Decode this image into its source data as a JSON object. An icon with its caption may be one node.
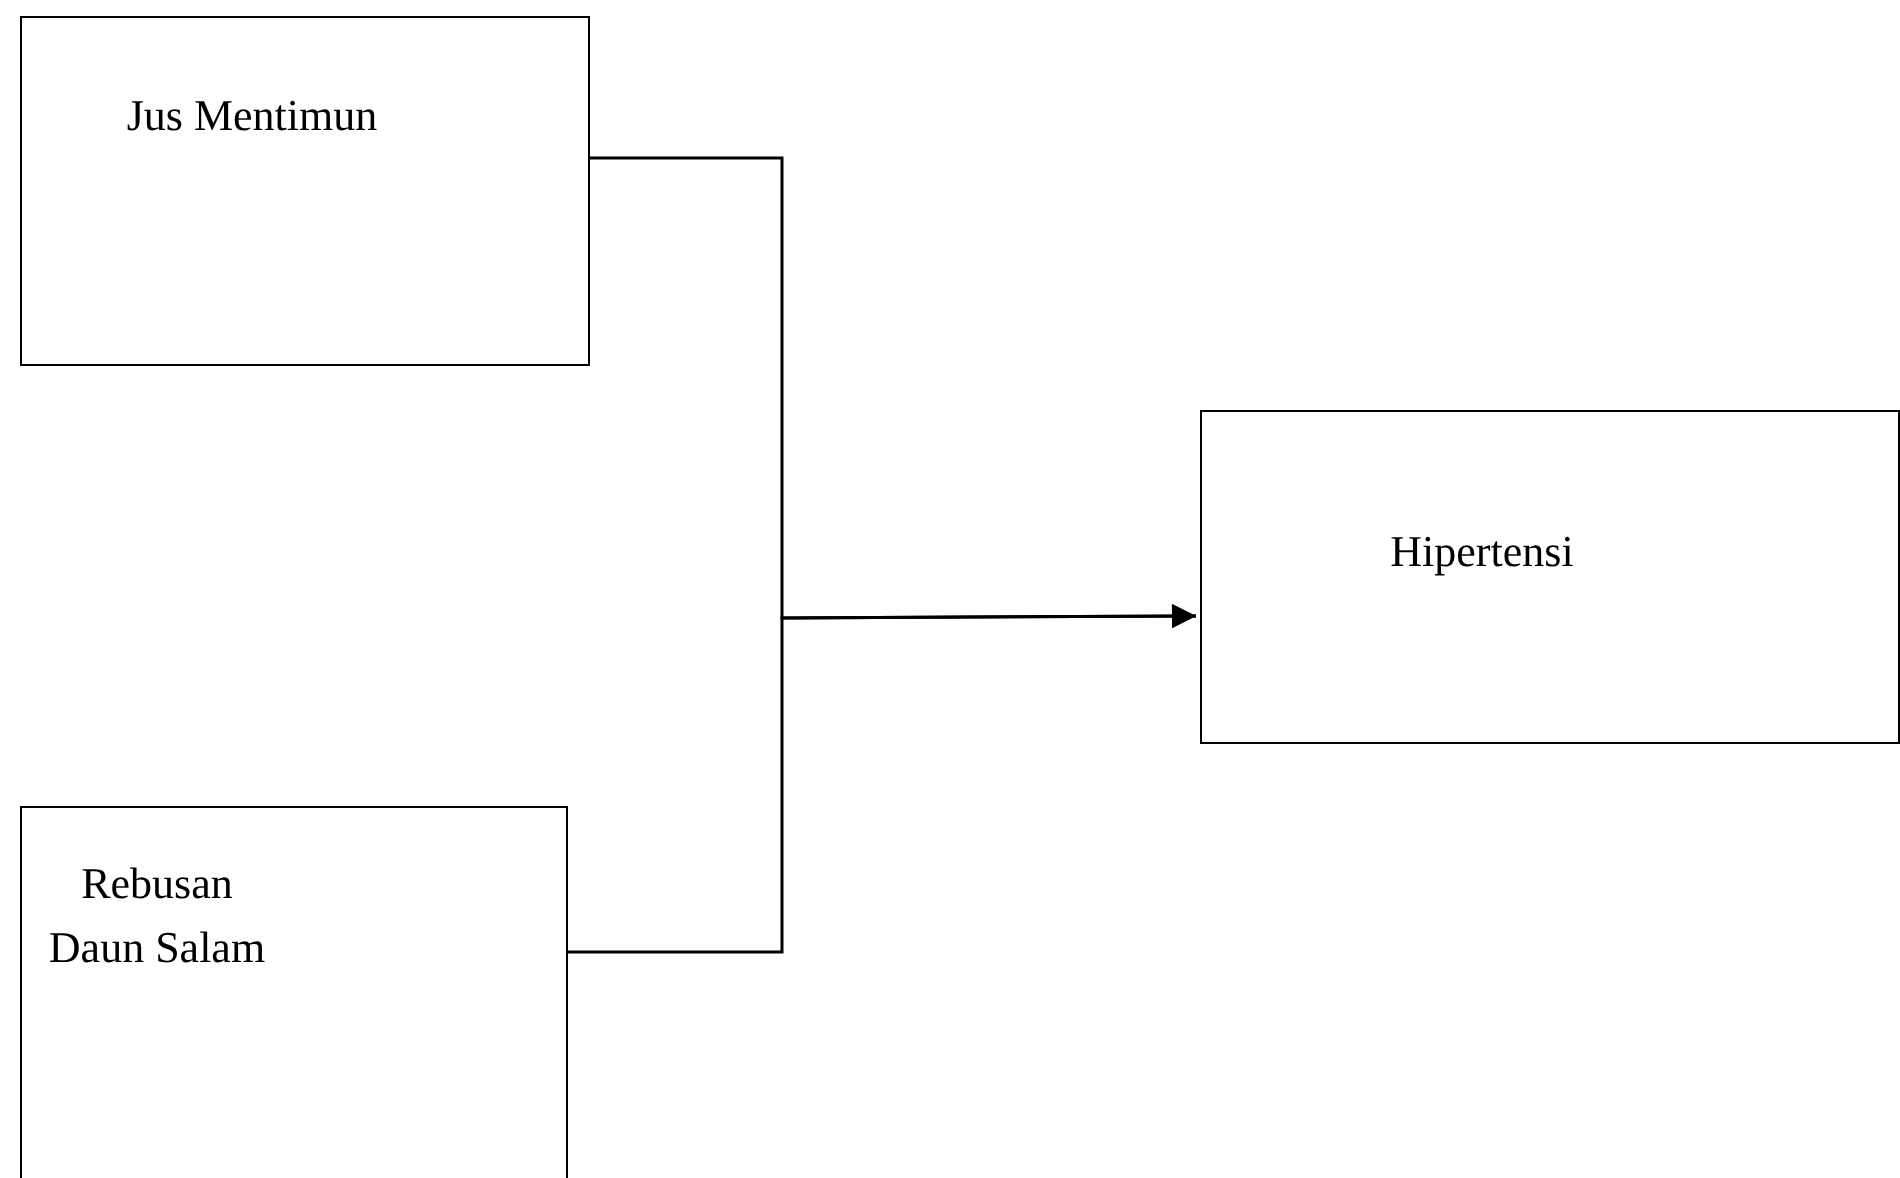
{
  "diagram": {
    "nodes": [
      {
        "text": [
          "Jus Mentimun"
        ]
      },
      {
        "text": [
          "Rebusan Daun Salam"
        ]
      },
      {
        "text": [
          "Hipertensi"
        ]
      }
    ],
    "edges": [
      {
        "from": 0,
        "to": 2,
        "arrow": "to"
      },
      {
        "from": 1,
        "to": 2,
        "arrow": "to"
      }
    ]
  }
}
